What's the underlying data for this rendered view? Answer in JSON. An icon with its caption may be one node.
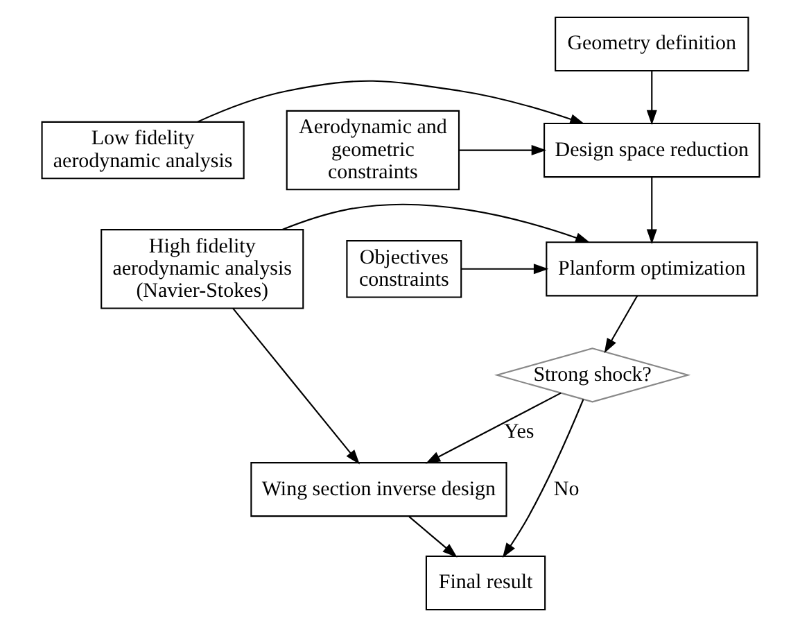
{
  "diagram": {
    "nodes": [
      {
        "text": [
          "Geometry definition"
        ]
      },
      {
        "text": [
          "Low fidelity aerodynamic analysis"
        ]
      },
      {
        "text": [
          "Design space reduction"
        ]
      },
      {
        "text": [
          "Aerodynamic and geometric constraints"
        ]
      },
      {
        "text": [
          "High fidelity aerodynamic analysis (Navier-Stokes)"
        ]
      },
      {
        "text": [
          "Planform optimization"
        ]
      },
      {
        "text": [
          "Objectives constraints"
        ]
      },
      {
        "text": [
          "Strong shock?"
        ]
      },
      {
        "text": [
          "Wing section inverse design"
        ]
      },
      {
        "text": [
          "Final result"
        ]
      }
    ],
    "edges": [
      {
        "from": 0,
        "to": 2,
        "arrow": "to"
      },
      {
        "from": 1,
        "to": 2,
        "arrow": "to"
      },
      {
        "from": 3,
        "to": 2,
        "arrow": "to"
      },
      {
        "from": 2,
        "to": 5,
        "arrow": "to"
      },
      {
        "from": 4,
        "to": 5,
        "arrow": "to"
      },
      {
        "from": 6,
        "to": 5,
        "arrow": "to"
      },
      {
        "from": 5,
        "to": 7,
        "arrow": "to"
      },
      {
        "from": 7,
        "to": 8,
        "arrow": "to",
        "label": "Yes"
      },
      {
        "from": 7,
        "to": 9,
        "arrow": "to",
        "label": "No"
      },
      {
        "from": 4,
        "to": 8,
        "arrow": "to"
      },
      {
        "from": 8,
        "to": 9,
        "arrow": "to"
      }
    ]
  }
}
